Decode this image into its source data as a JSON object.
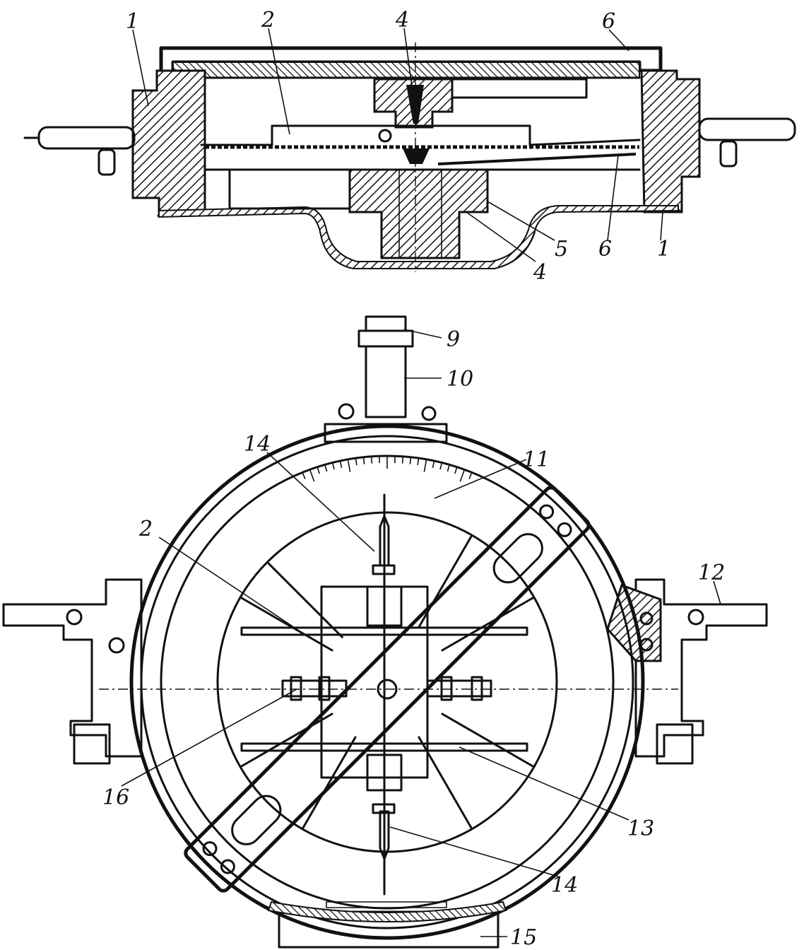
{
  "figure": {
    "top_view_callouts": [
      "1",
      "2",
      "4",
      "6",
      "4",
      "5",
      "6",
      "1"
    ],
    "bottom_view_callouts": [
      "9",
      "10",
      "14",
      "11",
      "2",
      "12",
      "16",
      "13",
      "14",
      "15"
    ]
  }
}
